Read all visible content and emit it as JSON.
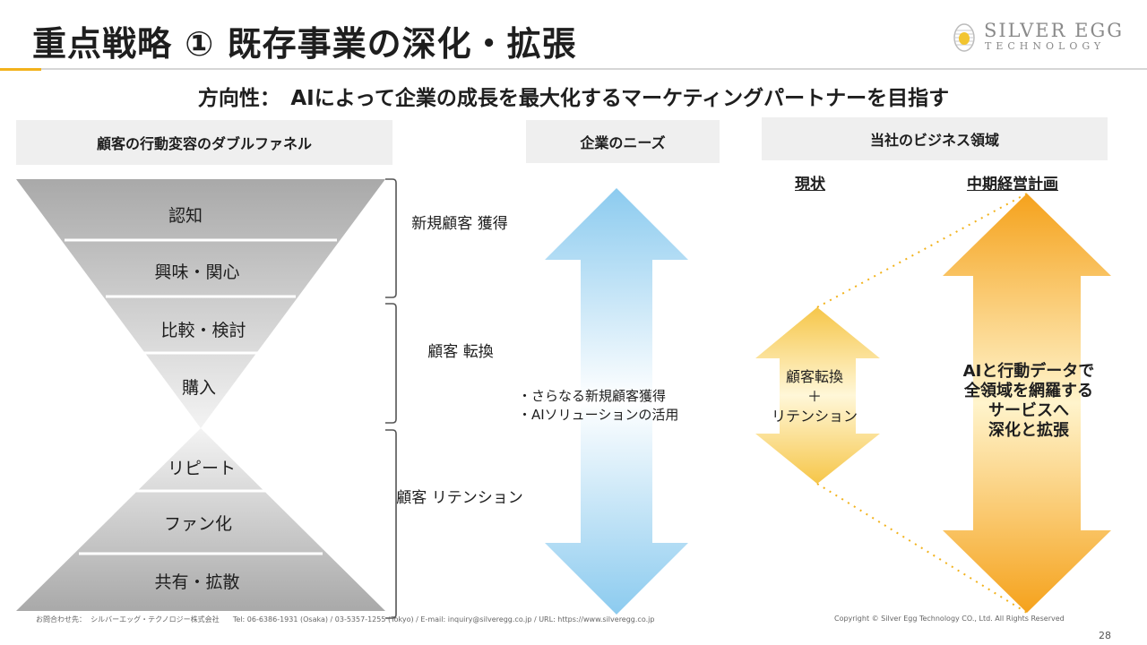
{
  "slide": {
    "title": "重点戦略 ① 既存事業の深化・拡張",
    "direction": "方向性：　AIによって企業の成長を最大化するマーケティングパートナーを目指す",
    "page_number": "28"
  },
  "logo": {
    "line1": "SILVER EGG",
    "line2": "TECHNOLOGY",
    "icon": "egg-logo-icon"
  },
  "headers": {
    "funnel": "顧客の行動変容のダブルファネル",
    "needs": "企業のニーズ",
    "domain": "当社のビジネス領域"
  },
  "domain_labels": {
    "current": "現状",
    "plan": "中期経営計画"
  },
  "funnel_stages": [
    "認知",
    "興味・関心",
    "比較・検討",
    "購入",
    "リピート",
    "ファン化",
    "共有・拡散"
  ],
  "funnel_groups": [
    "新規顧客\n獲得",
    "顧客\n転換",
    "顧客\nリテンション"
  ],
  "needs_bullets": "・さらなる新規顧客獲得\n・AIソリューションの活用",
  "current_arrow_text": "顧客転換\n＋\nリテンション",
  "plan_arrow_text": "AIと行動データで\n全領域を網羅する\nサービスへ\n深化と拡張",
  "footer": {
    "contact": "お問合わせ先：  シルバーエッグ・テクノロジー株式会社      Tel: 06-6386-1931 (Osaka) / 03-5357-1255 (Tokyo) / E-mail: inquiry@silveregg.co.jp / URL: https://www.silveregg.co.jp",
    "copyright": "Copyright © Silver Egg Technology CO., Ltd. All Rights Reserved"
  },
  "colors": {
    "accent_gold": "#f2b21b",
    "needs_arrow_blue": "#a8d4f0",
    "plan_arrow_orange": "#f5a623",
    "current_arrow_yellow": "#f7d77a"
  }
}
